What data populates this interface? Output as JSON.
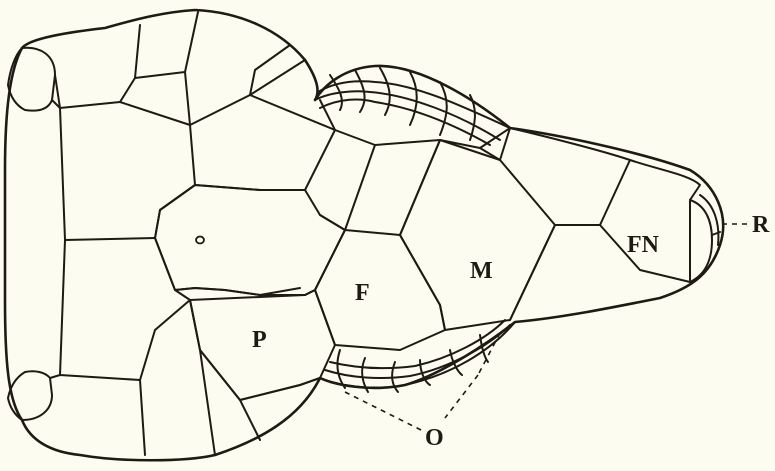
{
  "figure": {
    "labels": {
      "frontal": "F",
      "mesial": "M",
      "frontonasal": "FN",
      "parietal": "P",
      "rostral": "R",
      "ocular": "O"
    }
  }
}
